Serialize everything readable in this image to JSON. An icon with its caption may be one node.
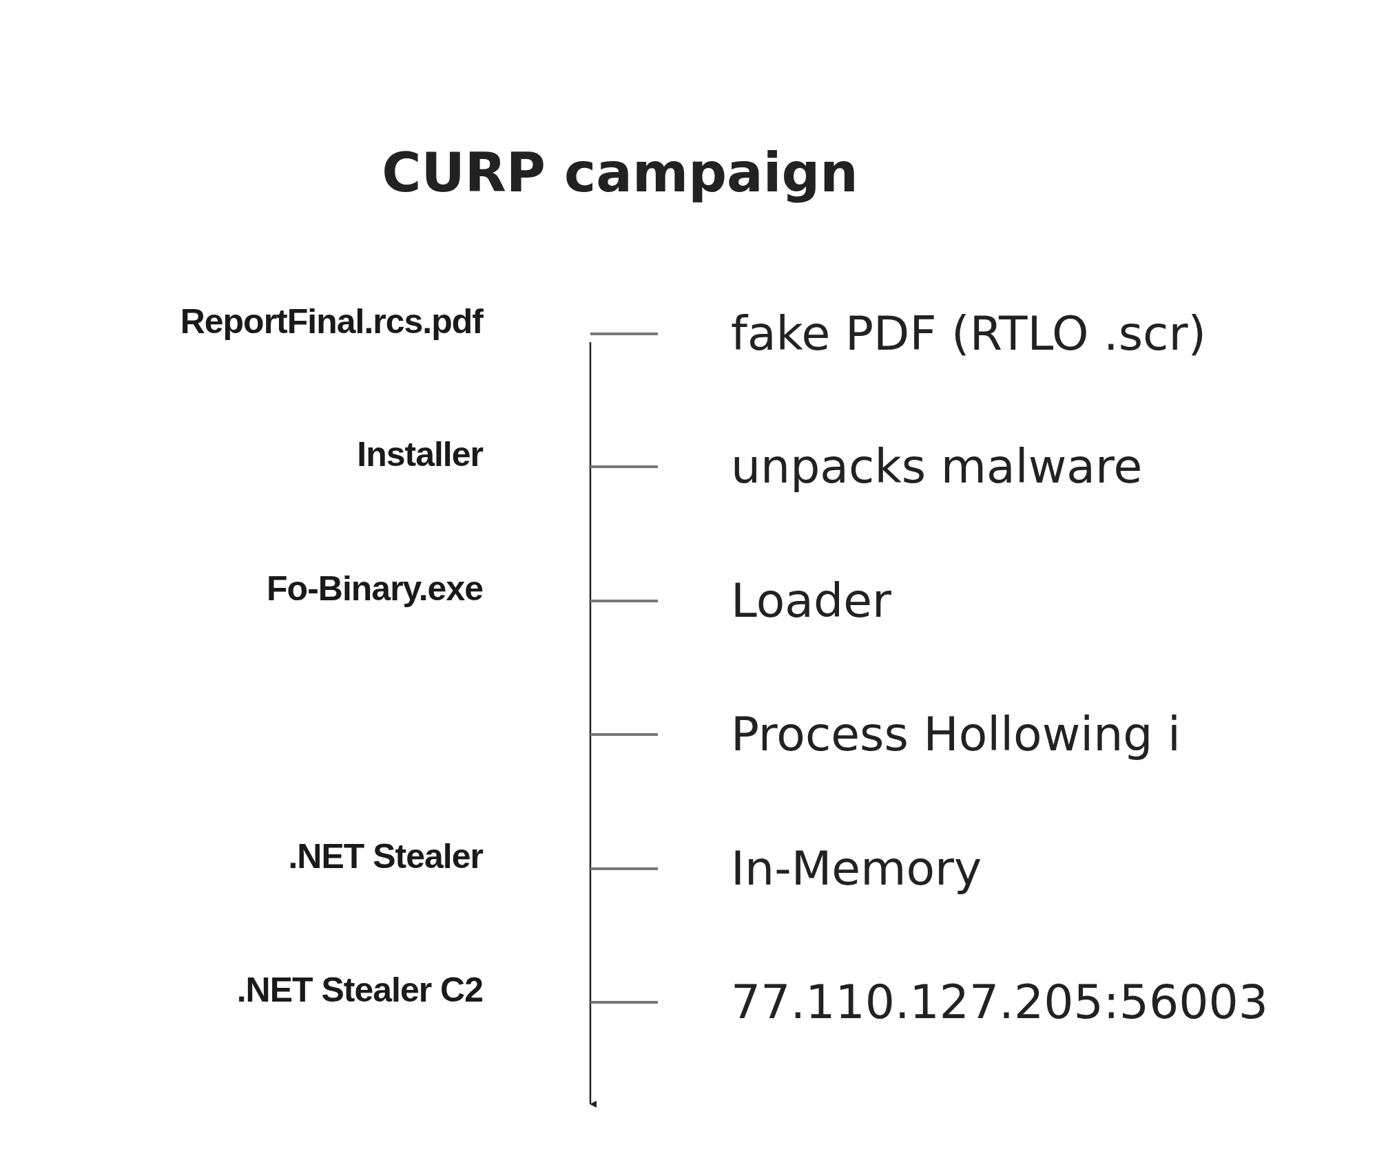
{
  "diagram": {
    "title": "CURP campaign",
    "labels": [
      "ReportFinal.rcs.pdf",
      "fake PDF (RTLO .scr)",
      "Installer",
      "unpacks malware",
      "Fo-Binary.exe",
      "Loader",
      "Process Hollowing i",
      ".NET Stealer",
      "In-Memory",
      ".NET Stealer C2",
      "77.110.127.205:56003"
    ]
  }
}
